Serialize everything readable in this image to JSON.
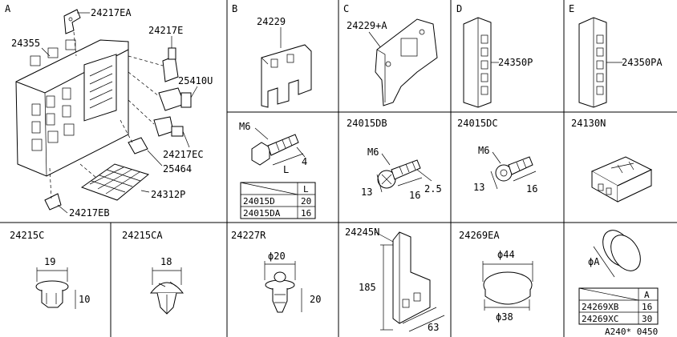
{
  "sections": {
    "A": {
      "letter": "A",
      "labels": [
        "24217EA",
        "24355",
        "24217E",
        "25410U",
        "24217EC",
        "25464",
        "24312P",
        "24217EB"
      ]
    },
    "B": {
      "letter": "B",
      "label": "24229"
    },
    "C": {
      "letter": "C",
      "label": "24229+A"
    },
    "D": {
      "letter": "D",
      "label": "24350P"
    },
    "E": {
      "letter": "E",
      "label": "24350PA"
    },
    "bolt1": {
      "thread": "M6",
      "dim_L": "L",
      "dim_4": "4",
      "table": {
        "header": [
          "",
          "L"
        ],
        "rows": [
          [
            "24015D",
            "20"
          ],
          [
            "24015DA",
            "16"
          ]
        ]
      }
    },
    "bolt2": {
      "title": "24015DB",
      "thread": "M6",
      "d13": "13",
      "d16": "16",
      "d25": "2.5"
    },
    "bolt3": {
      "title": "24015DC",
      "thread": "M6",
      "d13": "13",
      "d16": "16"
    },
    "conn": {
      "title": "24130N"
    },
    "clip1": {
      "title": "24215C",
      "d19": "19",
      "d10": "10"
    },
    "clip2": {
      "title": "24215CA",
      "d18": "18"
    },
    "clip3": {
      "title": "24227R",
      "d20a": "ϕ20",
      "d20b": "20"
    },
    "bracket": {
      "title": "24245N",
      "d185": "185",
      "d63": "63"
    },
    "grommet": {
      "title": "24269EA",
      "d44": "ϕ44",
      "d38": "ϕ38"
    },
    "plug": {
      "dA": "ϕA",
      "table": {
        "header": [
          "",
          "A"
        ],
        "rows": [
          [
            "24269XB",
            "16"
          ],
          [
            "24269XC",
            "30"
          ]
        ]
      }
    },
    "footer": "A240* 0450"
  }
}
